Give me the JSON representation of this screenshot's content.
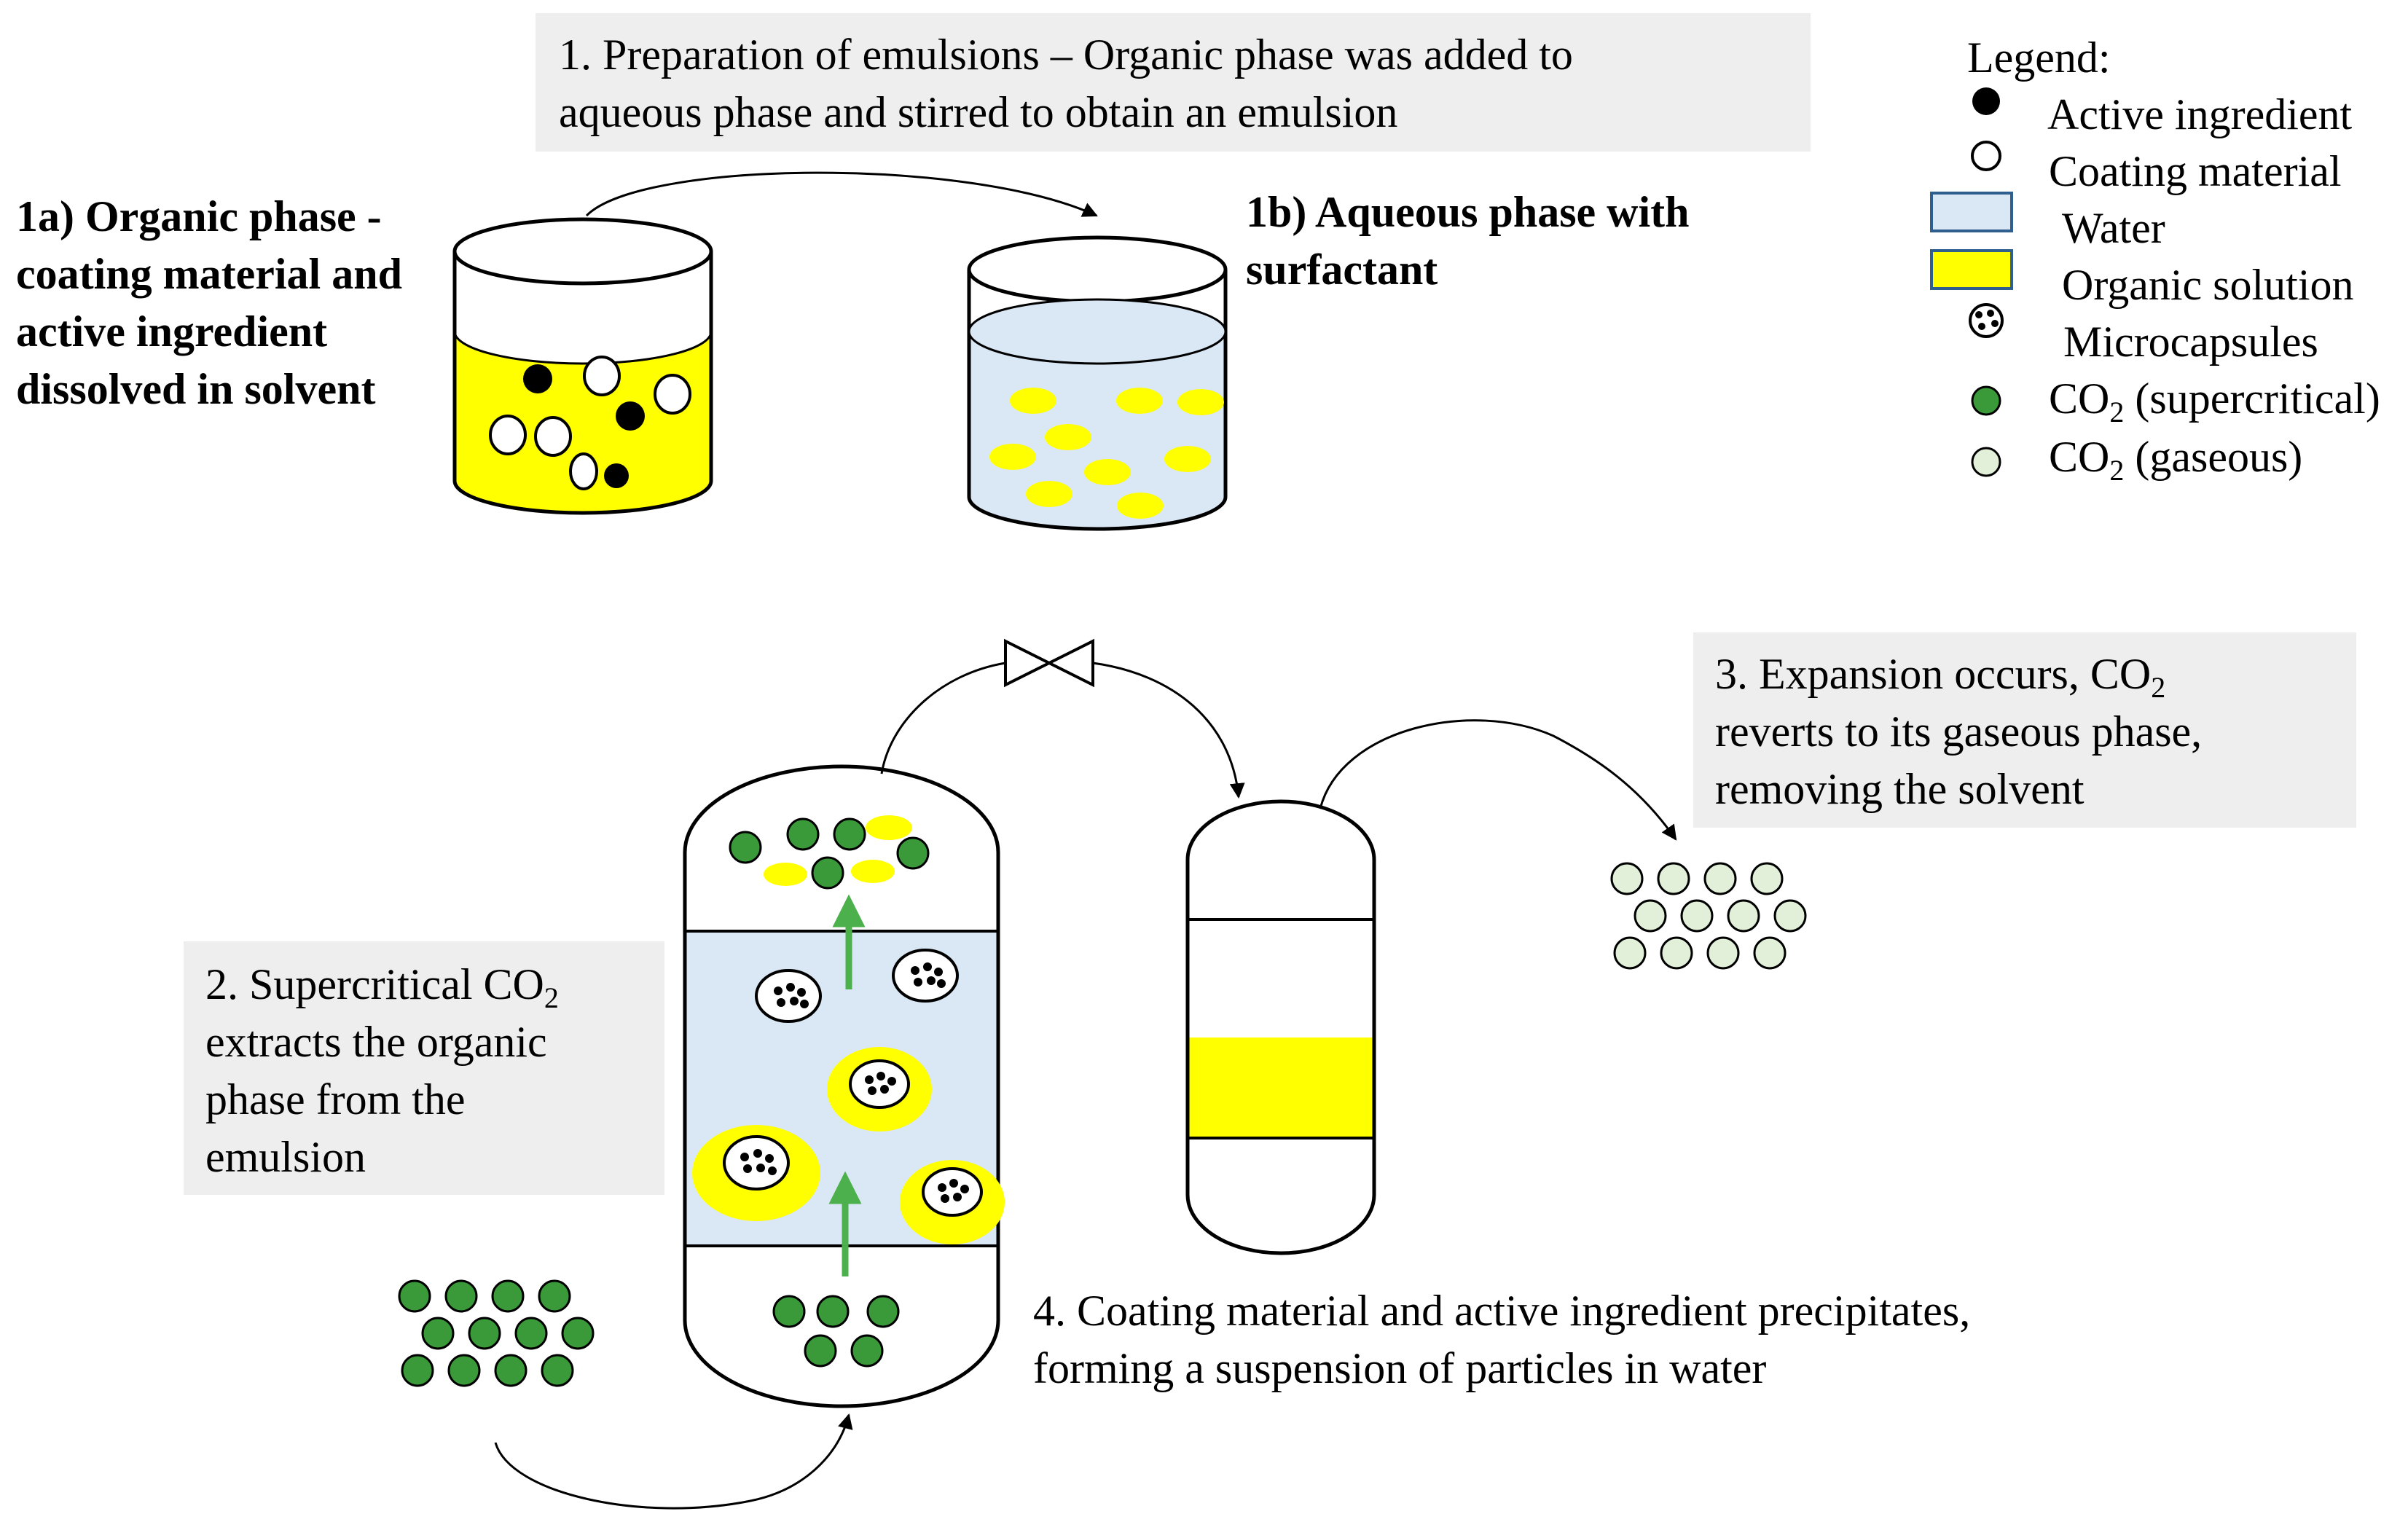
{
  "step1": {
    "lines": [
      "1. Preparation of emulsions – Organic phase was added to",
      "aqueous phase and stirred to obtain an emulsion"
    ]
  },
  "step1a": {
    "lines": [
      "1a) Organic phase -",
      "coating material and",
      "active ingredient",
      "dissolved in solvent"
    ]
  },
  "step1b": {
    "lines": [
      "1b) Aqueous phase with",
      "surfactant"
    ]
  },
  "step2": {
    "line1_prefix": "2. Supercritical CO",
    "line1_sub": "2",
    "lines": [
      "extracts the organic",
      "phase from the",
      "emulsion"
    ]
  },
  "step3": {
    "line1_prefix": "3. Expansion occurs, CO",
    "line1_sub": "2",
    "lines": [
      "reverts to its gaseous phase,",
      "removing the solvent"
    ]
  },
  "step4": {
    "lines": [
      "4. Coating material and active ingredient precipitates,",
      "forming a suspension of particles in water"
    ]
  },
  "legend": {
    "title": "Legend:",
    "items": {
      "active": "Active ingredient",
      "coating": "Coating material",
      "water": "Water",
      "organic": "Organic solution",
      "micro": "Microcapsules",
      "co2_sc_prefix": "CO",
      "co2_sc_sub": "2",
      "co2_sc_suffix": " (supercritical)",
      "co2_g_prefix": "CO",
      "co2_g_sub": "2",
      "co2_g_suffix": " (gaseous)"
    }
  },
  "colors": {
    "organic_yellow": "#ffff00",
    "water_blue": "#dae8f5",
    "co2_supercritical": "#3a9a3a",
    "co2_gaseous": "#e2f0d9",
    "arrow_green": "#4cb04c",
    "text_box_gray": "#eeeeee"
  }
}
